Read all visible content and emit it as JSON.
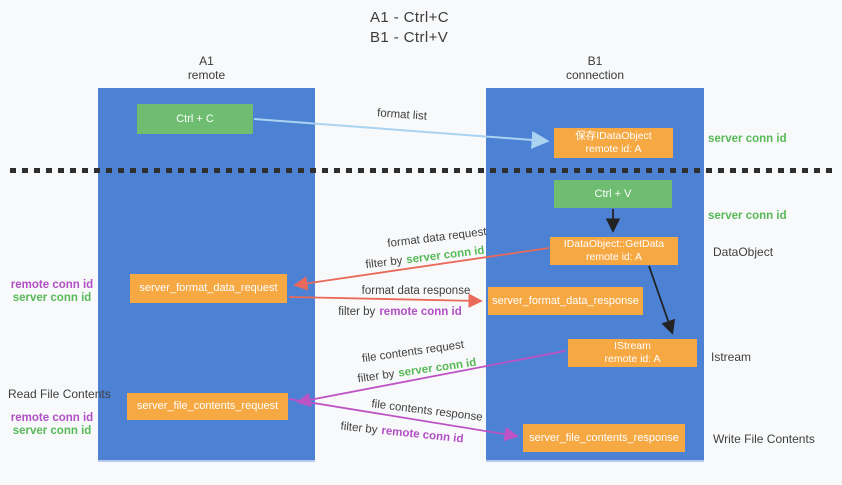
{
  "title": {
    "line1": "A1 - Ctrl+C",
    "line2": "B1 - Ctrl+V"
  },
  "lifelines": {
    "a1": {
      "name": "A1",
      "role": "remote"
    },
    "b1": {
      "name": "B1",
      "role": "connection"
    }
  },
  "boxes": {
    "ctrl_c": {
      "label": "Ctrl + C"
    },
    "ctrl_v": {
      "label": "Ctrl + V"
    },
    "save_dataobject": {
      "line1": "保存IDataObject",
      "line2": "remote id: A"
    },
    "getdata": {
      "line1": "IDataObject::GetData",
      "line2": "remote id: A"
    },
    "istream": {
      "line1": "IStream",
      "line2": "remote id: A"
    },
    "server_format_data_request": {
      "label": "server_format_data_request"
    },
    "server_format_data_response": {
      "label": "server_format_data_response"
    },
    "server_file_contents_request": {
      "label": "server_file_contents_request"
    },
    "server_file_contents_response": {
      "label": "server_file_contents_response"
    }
  },
  "arrows": {
    "format_list": {
      "label": "format list"
    },
    "format_data_request": {
      "label": "format data request",
      "filter_prefix": "filter by",
      "filter_key": "server conn id"
    },
    "format_data_response": {
      "label": "format data response",
      "filter_prefix": "filter by",
      "filter_key": "remote conn id"
    },
    "file_contents_request": {
      "label": "file contents request",
      "filter_prefix": "filter by",
      "filter_key": "server conn id"
    },
    "file_contents_response": {
      "label": "file contents response",
      "filter_prefix": "filter by",
      "filter_key": "remote conn id"
    }
  },
  "side_labels": {
    "right_top_server_conn_id": "server conn id",
    "right_mid_server_conn_id": "server conn id",
    "dataobject": "DataObject",
    "istream": "Istream",
    "write_file_contents": "Write File Contents",
    "read_file_contents": "Read File Contents",
    "left_top": {
      "remote_conn_id": "remote conn id",
      "server_conn_id": "server conn id"
    },
    "left_bottom": {
      "remote_conn_id": "remote conn id",
      "server_conn_id": "server conn id"
    }
  },
  "colors": {
    "lifeline_blue": "#4d81d4",
    "action_green": "#6ebd70",
    "object_orange": "#f6a843",
    "request_red": "#e96a5a",
    "response_magenta": "#bd53c4",
    "format_list_blue": "#a9d3f1",
    "server_conn_green": "#57b957",
    "remote_conn_purple": "#b14fc4",
    "text_gray": "#3f3f3f",
    "separator_black": "#2e2e2e"
  }
}
